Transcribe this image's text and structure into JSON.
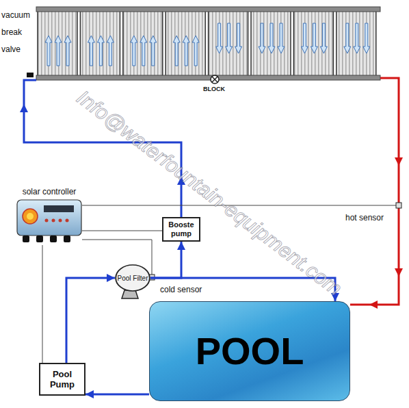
{
  "diagram": {
    "nodes": [
      {
        "text": [
          "solar controller"
        ]
      },
      {
        "text": [
          "Booste pump"
        ]
      },
      {
        "text": [
          "Pool Filter"
        ]
      },
      {
        "text": [
          "POOL"
        ]
      },
      {
        "text": [
          "Pool Pump"
        ]
      }
    ],
    "edges": [
      {
        "from": 3,
        "to": 4,
        "arrow": "to"
      },
      {
        "from": 4,
        "to": 2,
        "arrow": "to"
      },
      {
        "from": 2,
        "to": 3,
        "arrow": "to"
      },
      {
        "from": 2,
        "to": 1,
        "arrow": "to"
      },
      {
        "from": 0,
        "to": 1,
        "arrow": "none"
      },
      {
        "from": 0,
        "to": 4,
        "arrow": "none"
      }
    ],
    "labels": [
      "vacuum break valve",
      "BLOCK",
      "hot sensor",
      "cold sensor",
      "Info@waterfountain-equipment.com"
    ]
  }
}
